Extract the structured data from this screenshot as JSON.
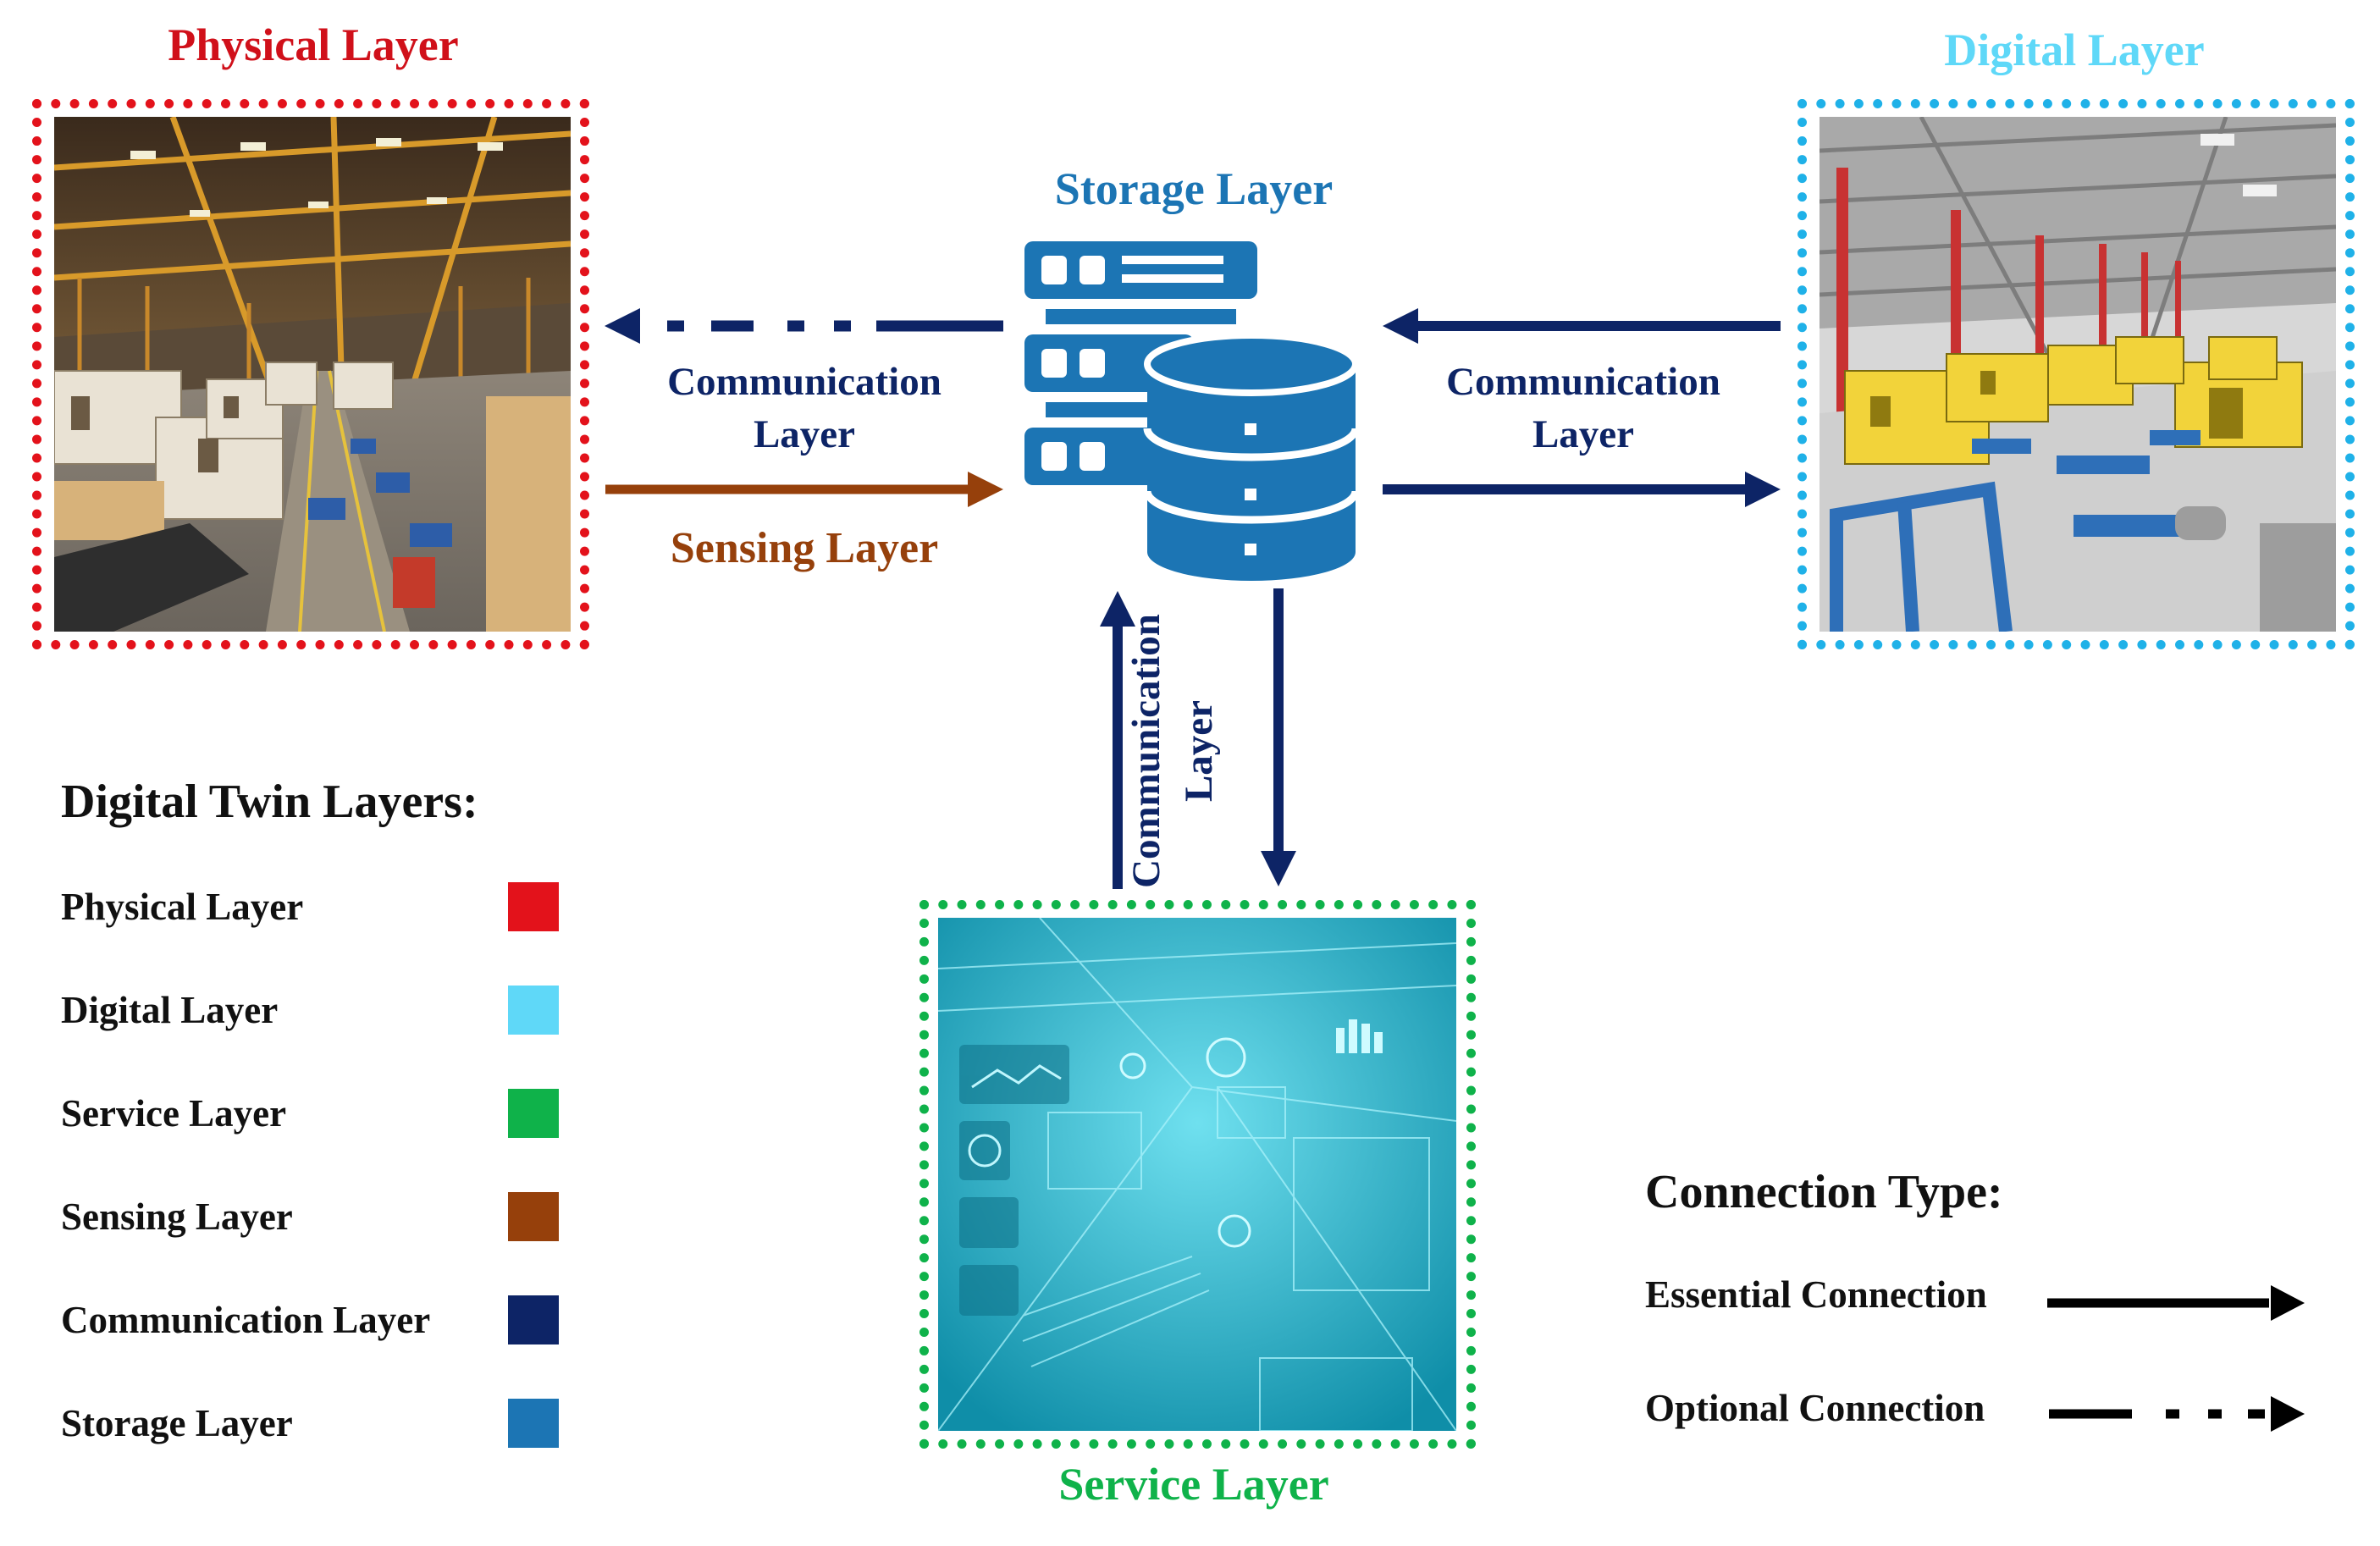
{
  "layers": {
    "physical": {
      "title": "Physical Layer",
      "color": "#e3121b"
    },
    "digital": {
      "title": "Digital Layer",
      "color": "#5fd8f8"
    },
    "storage": {
      "title": "Storage Layer",
      "color": "#1c75b4"
    },
    "service": {
      "title": "Service Layer",
      "color": "#0fb24a"
    },
    "sensing": {
      "title": "Sensing Layer",
      "color": "#96400b"
    },
    "communication": {
      "color": "#0d2466"
    }
  },
  "connections": {
    "left_comm": {
      "line1": "Communication",
      "line2": "Layer"
    },
    "right_comm": {
      "line1": "Communication",
      "line2": "Layer"
    },
    "bottom_comm": {
      "line1": "Communication",
      "line2": "Layer"
    }
  },
  "legend": {
    "title": "Digital Twin Layers:",
    "items": [
      {
        "label": "Physical Layer",
        "color": "#e3121b"
      },
      {
        "label": "Digital Layer",
        "color": "#5fd8f8"
      },
      {
        "label": "Service Layer",
        "color": "#0fb24a"
      },
      {
        "label": "Sensing Layer",
        "color": "#96400b"
      },
      {
        "label": "Communication Layer",
        "color": "#0d2466"
      },
      {
        "label": "Storage Layer",
        "color": "#1c75b4"
      }
    ]
  },
  "connection_types": {
    "title": "Connection Type:",
    "essential": "Essential Connection",
    "optional": "Optional Connection"
  },
  "icons": {
    "storage": "server-database-icon",
    "physical": "factory-photo",
    "digital": "factory-3d-model",
    "service": "digital-service-hologram"
  }
}
